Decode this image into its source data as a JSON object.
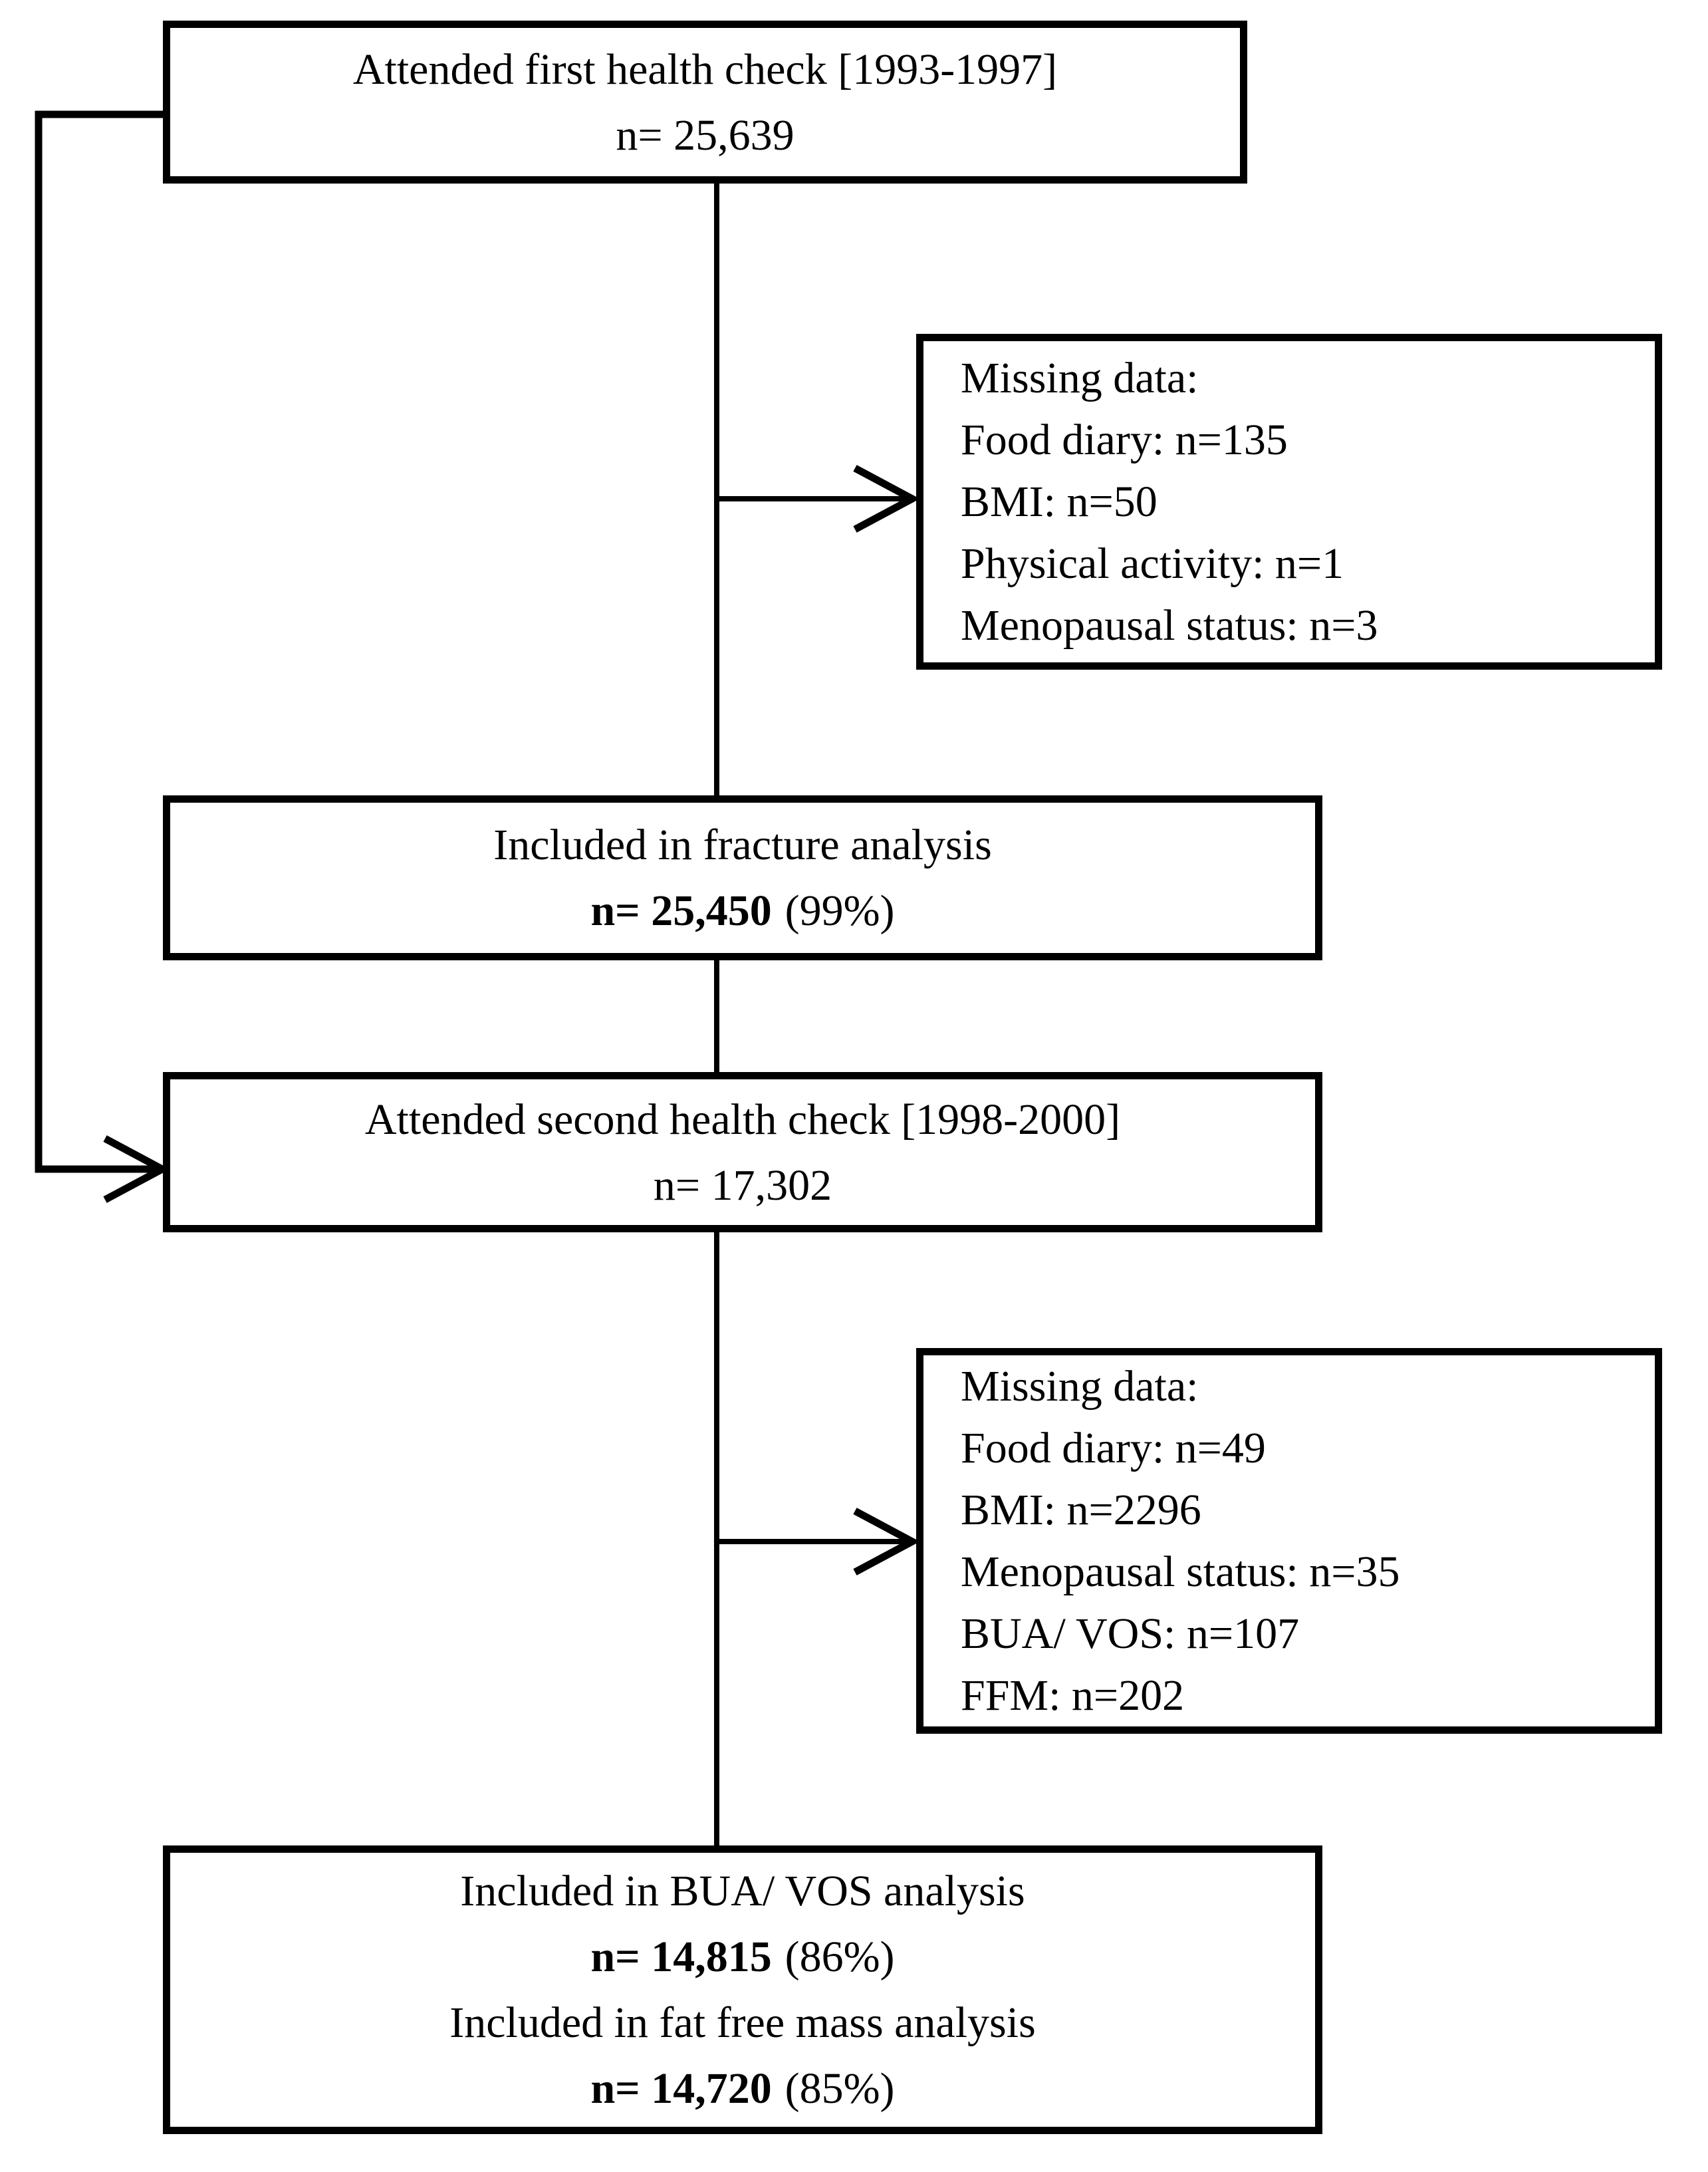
{
  "page": {
    "background": "#ffffff",
    "line_color": "#000000"
  },
  "flow": {
    "first_check": {
      "title": "Attended first health check [1993-1997]",
      "n": "n= 25,639"
    },
    "missing_first": {
      "title": "Missing data:",
      "items": [
        "Food diary: n=135",
        "BMI: n=50",
        "Physical activity: n=1",
        "Menopausal status: n=3"
      ]
    },
    "fracture": {
      "title": "Included in fracture analysis",
      "n": "n= 25,450",
      "pct": "(99%)"
    },
    "second_check": {
      "title": "Attended second health check [1998-2000]",
      "n": "n= 17,302"
    },
    "missing_second": {
      "title": "Missing data:",
      "items": [
        "Food diary: n=49",
        "BMI: n=2296",
        "Menopausal status: n=35",
        "BUA/ VOS: n=107",
        "FFM: n=202"
      ]
    },
    "final": {
      "bua_title": "Included in BUA/ VOS analysis",
      "bua_n": "n= 14,815",
      "bua_pct": "(86%)",
      "ffm_title": "Included in fat free mass analysis",
      "ffm_n": "n= 14,720",
      "ffm_pct": "(85%)"
    }
  }
}
